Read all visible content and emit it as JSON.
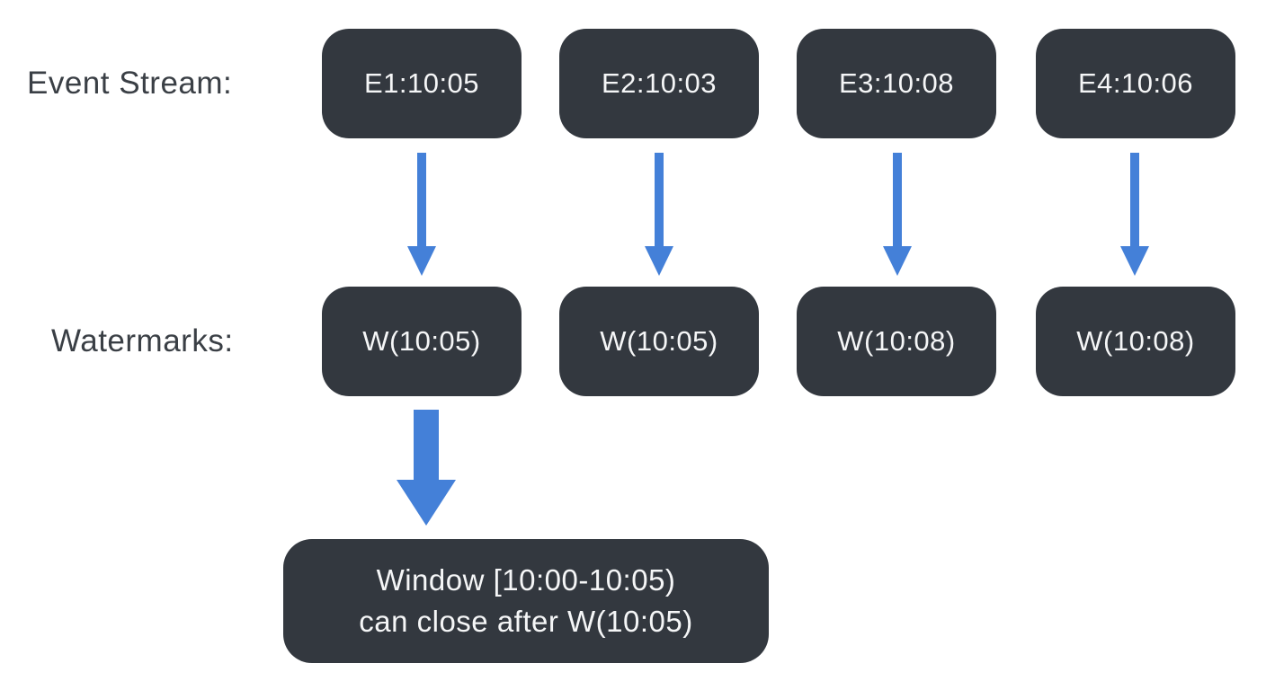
{
  "labels": {
    "event_stream": "Event Stream:",
    "watermarks": "Watermarks:"
  },
  "event_boxes": [
    "E1:10:05",
    "E2:10:03",
    "E3:10:08",
    "E4:10:06"
  ],
  "watermark_boxes": [
    "W(10:05)",
    "W(10:05)",
    "W(10:08)",
    "W(10:08)"
  ],
  "window_box": {
    "line1": "Window [10:00-10:05)",
    "line2": "can close after W(10:05)"
  },
  "icons": {
    "event_to_watermark": "down-arrow-icon",
    "watermark_to_window": "down-arrow-thick-icon"
  },
  "colors": {
    "box_bg": "#33383f",
    "box_text": "#f5f6f7",
    "arrow_blue": "#4480d8",
    "label_text": "#3a3f45",
    "background": "#ffffff"
  }
}
